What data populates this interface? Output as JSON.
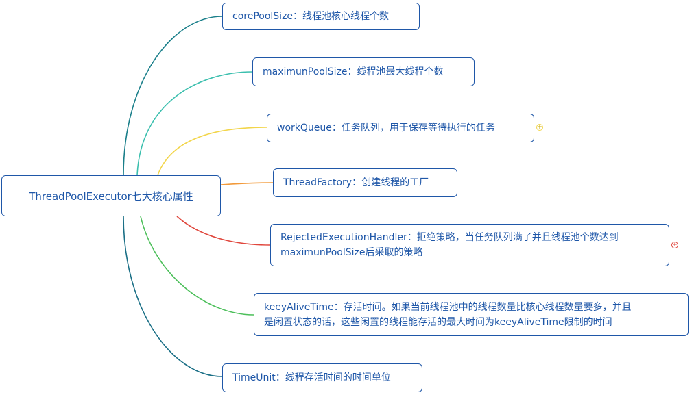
{
  "root": {
    "label": "ThreadPoolExecutor七大核心属性"
  },
  "nodes": [
    {
      "id": "corePoolSize",
      "text": "corePoolSize：线程池核心线程个数",
      "color": "#1a7f8a"
    },
    {
      "id": "maximunPoolSize",
      "text": "maximunPoolSize：线程池最大线程个数",
      "color": "#3bbfae"
    },
    {
      "id": "workQueue",
      "text": "workQueue：任务队列，用于保存等待执行的任务",
      "color": "#f2d54a",
      "collapsed": true
    },
    {
      "id": "threadFactory",
      "text": "ThreadFactory：创建线程的工厂",
      "color": "#f29a3a"
    },
    {
      "id": "rejected",
      "line1": "RejectedExecutionHandler：拒绝策略，当任务队列满了并且线程池个数达到",
      "line2": "maximunPoolSize后采取的策略",
      "color": "#e0473d",
      "collapsed": true
    },
    {
      "id": "keepAlive",
      "line1": "keeyAliveTime：存活时间。如果当前线程池中的线程数量比核心线程数量要多，并且",
      "line2": "是闲置状态的话，这些闲置的线程能存活的最大时间为keeyAliveTime限制的时间",
      "color": "#4cbf5a"
    },
    {
      "id": "timeUnit",
      "text": "TimeUnit：线程存活时间的时间单位",
      "color": "#1a6f86"
    }
  ]
}
